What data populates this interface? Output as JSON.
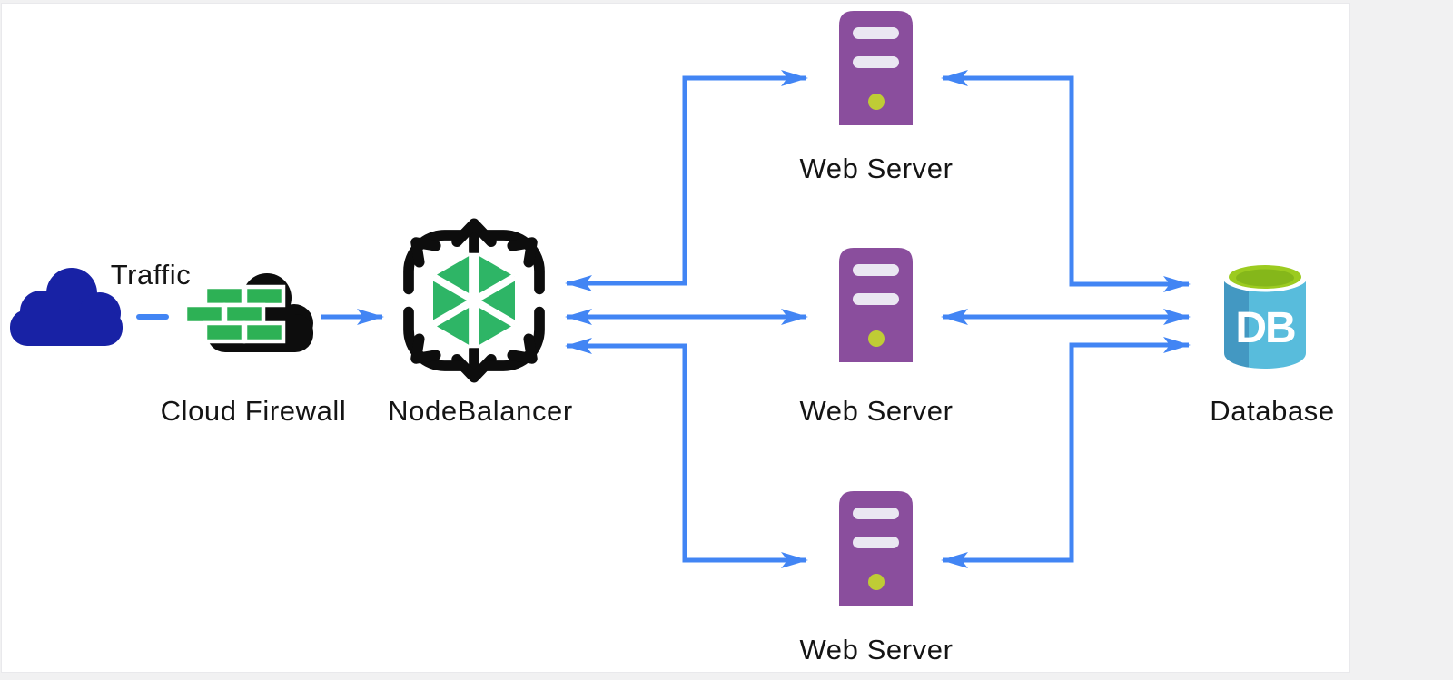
{
  "diagram": {
    "description": "Load-balanced web architecture: Traffic passes a Cloud Firewall into a NodeBalancer, which distributes to three Web Servers that read/write a Database."
  },
  "nodes": {
    "traffic": {
      "label": "Traffic",
      "icon": "cloud-icon"
    },
    "firewall": {
      "label": "Cloud Firewall",
      "icon": "firewall-brick-cloud-icon"
    },
    "nodebalancer": {
      "label": "NodeBalancer",
      "icon": "nodebalancer-hexagon-icon"
    },
    "webserver_top": {
      "label": "Web Server",
      "icon": "server-tower-icon"
    },
    "webserver_middle": {
      "label": "Web Server",
      "icon": "server-tower-icon"
    },
    "webserver_bottom": {
      "label": "Web Server",
      "icon": "server-tower-icon"
    },
    "database": {
      "label": "Database",
      "icon": "database-cylinder-icon",
      "icon_text": "DB"
    }
  },
  "edges": [
    {
      "from": "Traffic",
      "to": "Cloud Firewall",
      "style": "short-dash-link"
    },
    {
      "from": "Cloud Firewall",
      "to": "NodeBalancer",
      "style": "arrow"
    },
    {
      "from": "NodeBalancer",
      "to": "Web Server (top)",
      "style": "double-arrow-orthogonal"
    },
    {
      "from": "NodeBalancer",
      "to": "Web Server (middle)",
      "style": "double-arrow-straight"
    },
    {
      "from": "NodeBalancer",
      "to": "Web Server (bottom)",
      "style": "double-arrow-orthogonal"
    },
    {
      "from": "Web Server (top)",
      "to": "Database",
      "style": "double-arrow-orthogonal"
    },
    {
      "from": "Web Server (middle)",
      "to": "Database",
      "style": "double-arrow-straight"
    },
    {
      "from": "Web Server (bottom)",
      "to": "Database",
      "style": "double-arrow-orthogonal"
    }
  ],
  "colors": {
    "connector": "#4285f4",
    "traffic_cloud": "#1822a5",
    "firewall_black": "#0d0d0d",
    "brick_green": "#2db155",
    "white": "#ffffff",
    "balancer_green": "#2eb566",
    "balancer_black": "#0d0d0d",
    "server_purple": "#8a4e9d",
    "server_slot": "#eae7f2",
    "server_led": "#bfcc35",
    "db_body_light": "#58bcdc",
    "db_body_dark": "#4398c2",
    "db_top_green": "#9ccb20",
    "db_top_green_dark": "#85b71a",
    "label_text": "#141414",
    "page_bg": "#f1f1f2",
    "canvas_bg": "#ffffff"
  }
}
